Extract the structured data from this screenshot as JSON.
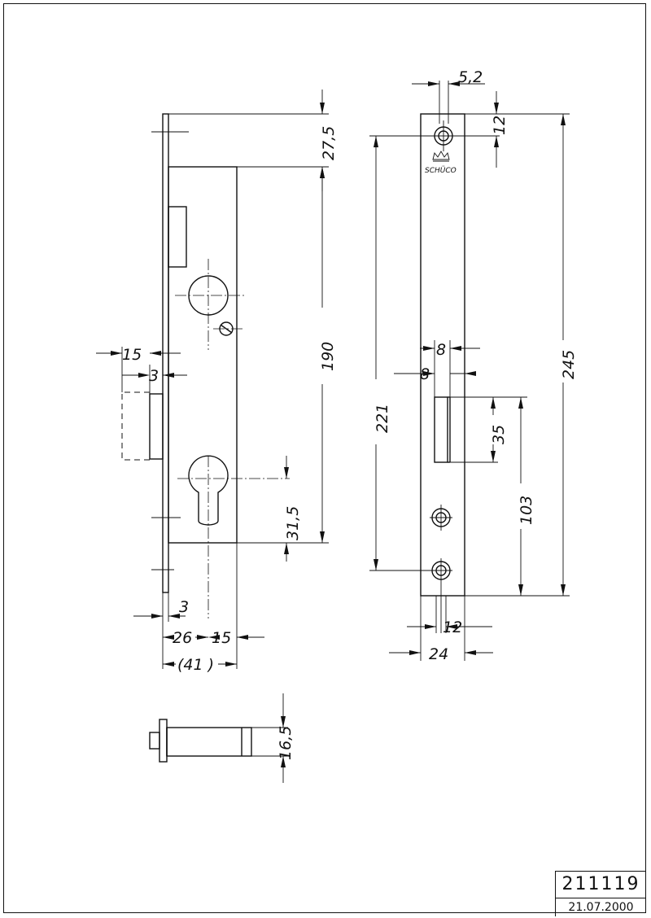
{
  "title_block": {
    "number": "211119",
    "date": "21.07.2000"
  },
  "logo": {
    "text": "SCHÜCO"
  },
  "dimensions": {
    "lock_height_offset": "27,5",
    "lock_body_height": "190",
    "latch_projection": "15",
    "latch_offset": "3",
    "cylinder_offset": "31,5",
    "faceplate_thickness": "3",
    "backset": "26",
    "case_depth_front": "15",
    "total_depth": "(41 )",
    "end_view_height": "16,5",
    "hole_diameter": "5,2",
    "top_hole_offset": "12",
    "strike_width_inner": "8",
    "strike_width_outer": "8",
    "strike_length": "221",
    "strike_total": "245",
    "latch_opening": "35",
    "latch_to_bottom": "103",
    "strike_hole_spacing": "12",
    "strike_plate_width": "24"
  }
}
